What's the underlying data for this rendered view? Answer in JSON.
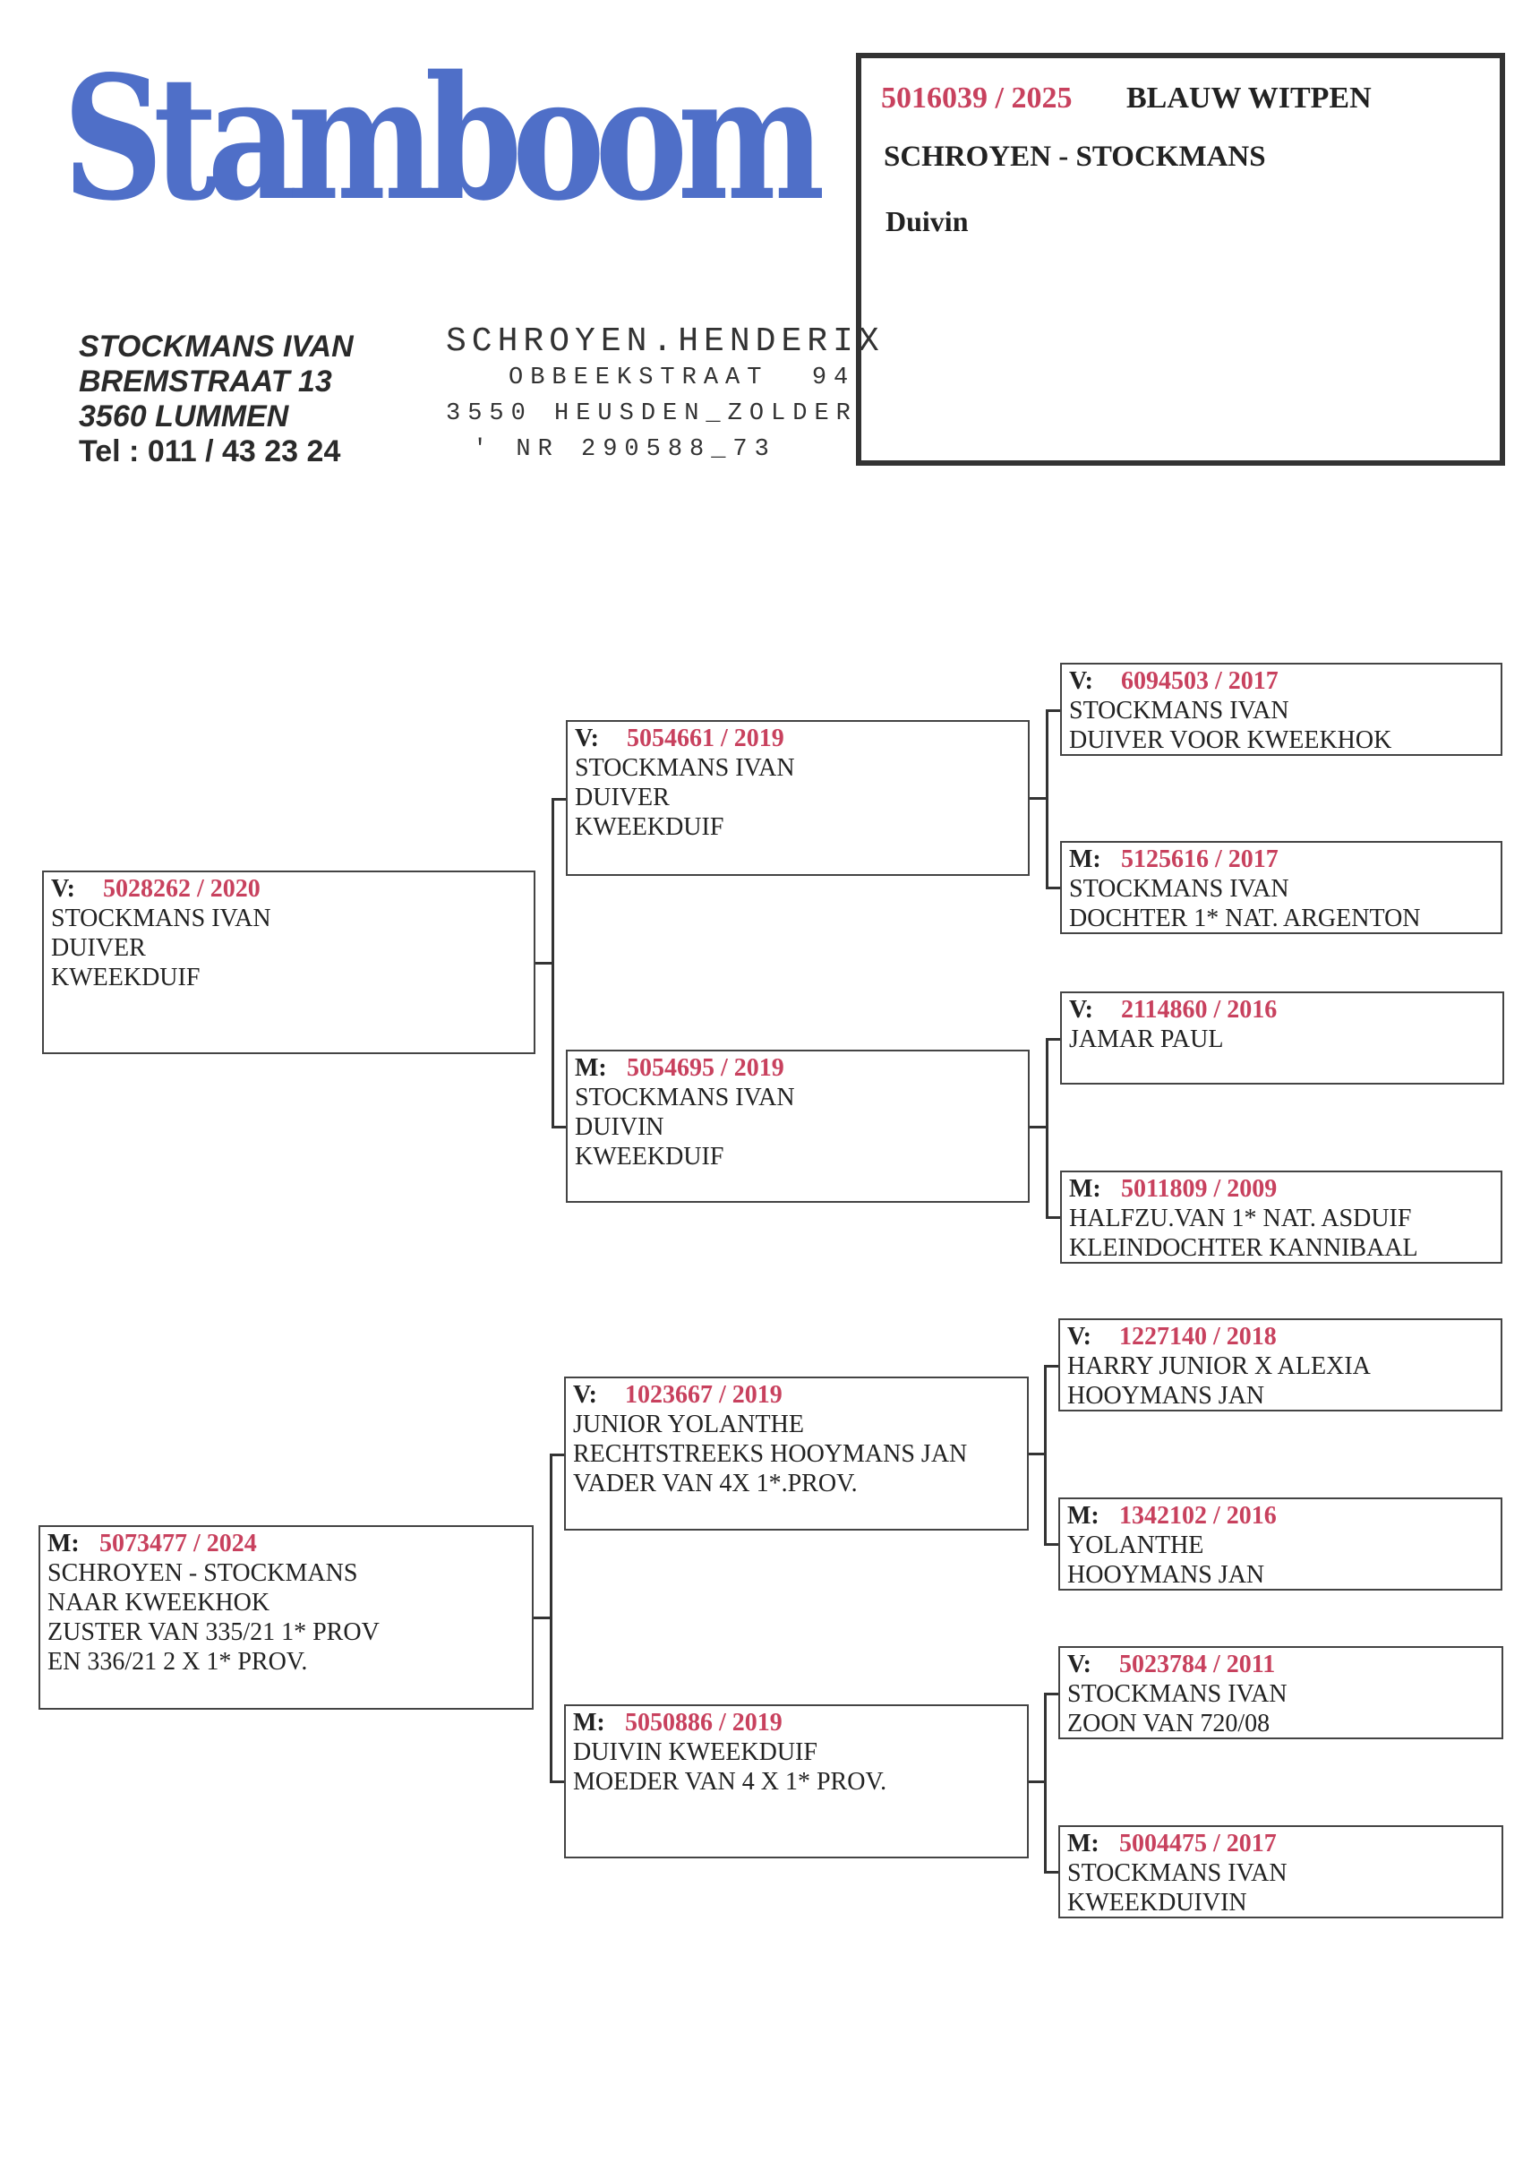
{
  "logo": "Stamboom",
  "breeder": {
    "name": "STOCKMANS IVAN",
    "street": "BREMSTRAAT 13",
    "city": "3560 LUMMEN",
    "tel": "Tel : 011 / 43 23 24"
  },
  "stamp": {
    "line1": "SCHROYEN.HENDERIX",
    "line2": "OBBEEKSTRAAT  94",
    "line3": "3550 HEUSDEN_ZOLDER",
    "line4": "' NR 290588_73"
  },
  "pigeon": {
    "ring": "5016039 / 2025",
    "color": "BLAUW WITPEN",
    "owner": "SCHROYEN - STOCKMANS",
    "sex": "Duivin"
  },
  "colors": {
    "ring": "#c8415e",
    "logo": "#4f6fc8"
  },
  "pedigree": [
    {
      "label": "V:",
      "ring": "5028262 / 2020",
      "lines": [
        "STOCKMANS IVAN",
        "DUIVER",
        "KWEEKDUIF"
      ]
    },
    {
      "label": "M:",
      "ring": "5073477 / 2024",
      "lines": [
        "SCHROYEN - STOCKMANS",
        "NAAR KWEEKHOK",
        "ZUSTER VAN 335/21 1* PROV",
        "EN 336/21 2 X 1* PROV."
      ]
    },
    {
      "label": "V:",
      "ring": "5054661 / 2019",
      "lines": [
        "STOCKMANS IVAN",
        "DUIVER",
        "KWEEKDUIF"
      ]
    },
    {
      "label": "M:",
      "ring": "5054695 / 2019",
      "lines": [
        "STOCKMANS IVAN",
        "DUIVIN",
        "KWEEKDUIF"
      ]
    },
    {
      "label": "V:",
      "ring": "1023667 / 2019",
      "lines": [
        "JUNIOR YOLANTHE",
        "RECHTSTREEKS HOOYMANS JAN",
        "VADER VAN 4X 1*.PROV."
      ]
    },
    {
      "label": "M:",
      "ring": "5050886 / 2019",
      "lines": [
        "DUIVIN KWEEKDUIF",
        "MOEDER VAN 4 X 1* PROV."
      ]
    },
    {
      "label": "V:",
      "ring": "6094503 / 2017",
      "lines": [
        "STOCKMANS IVAN",
        "DUIVER VOOR KWEEKHOK"
      ]
    },
    {
      "label": "M:",
      "ring": "5125616 / 2017",
      "lines": [
        "STOCKMANS IVAN",
        "DOCHTER 1* NAT. ARGENTON"
      ]
    },
    {
      "label": "V:",
      "ring": "2114860 / 2016",
      "lines": [
        "JAMAR PAUL"
      ]
    },
    {
      "label": "M:",
      "ring": "5011809 / 2009",
      "lines": [
        "HALFZU.VAN 1* NAT. ASDUIF",
        "KLEINDOCHTER KANNIBAAL"
      ]
    },
    {
      "label": "V:",
      "ring": "1227140 / 2018",
      "lines": [
        "HARRY JUNIOR X ALEXIA",
        "HOOYMANS JAN"
      ]
    },
    {
      "label": "M:",
      "ring": "1342102 / 2016",
      "lines": [
        "YOLANTHE",
        "HOOYMANS JAN"
      ]
    },
    {
      "label": "V:",
      "ring": "5023784 / 2011",
      "lines": [
        "STOCKMANS IVAN",
        "ZOON VAN 720/08"
      ]
    },
    {
      "label": "M:",
      "ring": "5004475 / 2017",
      "lines": [
        "STOCKMANS IVAN",
        "KWEEKDUIVIN"
      ]
    }
  ]
}
